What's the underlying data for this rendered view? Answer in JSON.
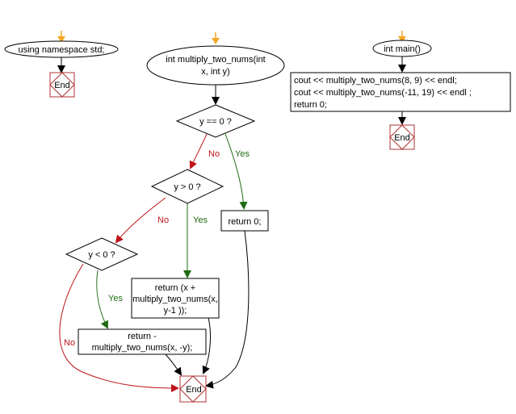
{
  "colors": {
    "start_arrow": "#f5a623",
    "yes_path": "#1f6b12",
    "no_path": "#c0141a",
    "neutral_path": "#000000",
    "end_border": "#b03030"
  },
  "flow_left": {
    "start_label": "using namespace std;",
    "end_label": "End"
  },
  "flow_middle": {
    "start_line1": "int multiply_two_nums(int",
    "start_line2": "x, int y)",
    "decision_y_eq_0": "y == 0 ?",
    "decision_y_gt_0": "y > 0 ?",
    "decision_y_lt_0": "y < 0 ?",
    "return_zero": "return 0;",
    "return_pos_line1": "return (x +",
    "return_pos_line2": "multiply_two_nums(x,",
    "return_pos_line3": "y-1 ));",
    "return_neg_line1": "return -",
    "return_neg_line2": "multiply_two_nums(x, -y);",
    "end_label": "End",
    "yes_label": "Yes",
    "no_label": "No"
  },
  "flow_right": {
    "start_label": "int main()",
    "code_line1": "cout << multiply_two_nums(8, 9) << endl;",
    "code_line2": "cout << multiply_two_nums(-11, 19) << endl ;",
    "code_line3": "return 0;",
    "end_label": "End"
  }
}
